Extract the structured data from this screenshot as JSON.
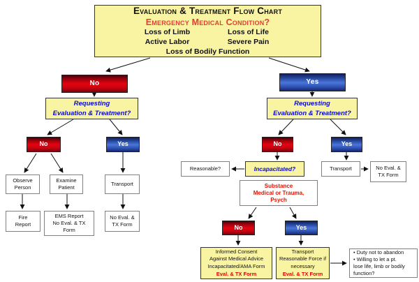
{
  "colors": {
    "box_yellow": "#F9F4A1",
    "red_gradient_mid": "#E30310",
    "blue_gradient_mid": "#4A76DA",
    "question_blue": "#0A0ACF",
    "alert_red": "#E0402F",
    "form_red": "#E50000"
  },
  "title": {
    "heading": "Evaluation & Treatment Flow Chart",
    "subheading": "Emergency Medical Condition?",
    "criteria_rows": [
      [
        "Loss of Limb",
        "Loss of Life"
      ],
      [
        "Active Labor",
        "Severe Pain"
      ]
    ],
    "criteria_last": "Loss of Bodily Function"
  },
  "left": {
    "branch_label": "No",
    "question_lines": [
      "Requesting",
      "Evaluation & Treatment?"
    ],
    "no_label": "No",
    "yes_label": "Yes",
    "observe_lines": [
      "Observe",
      "Person"
    ],
    "examine_lines": [
      "Examine",
      "Patient"
    ],
    "transport_label": "Transport",
    "fire_lines": [
      "Fire",
      "Report"
    ],
    "ems_lines": [
      "EMS Report",
      "No Eval. & TX",
      "Form"
    ],
    "no_eval_lines": [
      "No Eval. &",
      "TX Form"
    ]
  },
  "right": {
    "branch_label": "Yes",
    "question_lines": [
      "Requesting",
      "Evaluation & Treatment?"
    ],
    "no_label": "No",
    "yes_label": "Yes",
    "reasonable_label": "Reasonable?",
    "incapacitated_label": "Incapacitated?",
    "transport_label": "Transport",
    "no_eval_lines": [
      "No Eval. &",
      "TX Form"
    ],
    "substance_lines": [
      "Substance",
      "Medical or Trauma,",
      "Psych"
    ],
    "force_no_label": "No",
    "force_yes_label": "Yes",
    "informed_lines": [
      "Informed Consent",
      "Against Medical Advice",
      "Incapacitated/AMA Form"
    ],
    "informed_form": "Eval. & TX Form",
    "force_lines": [
      "Transport",
      "Reasonable Force if",
      "necessary"
    ],
    "force_form": "Eval. & TX Form",
    "notes_lines": [
      "• Duty not to abandon",
      "• Willing to let a pt.",
      "lose life, limb or bodily",
      "function?"
    ]
  }
}
